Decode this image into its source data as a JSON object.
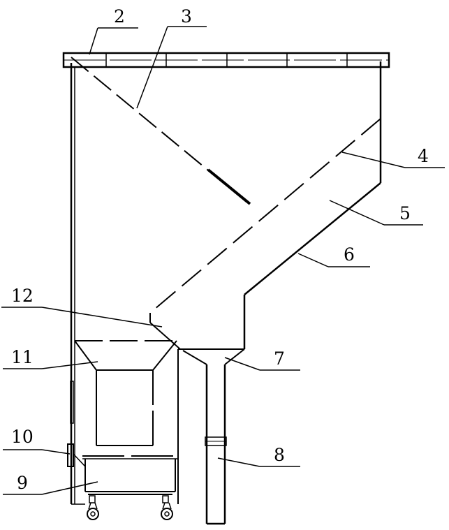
{
  "figure": {
    "labels": {
      "l2": "2",
      "l3": "3",
      "l4": "4",
      "l5": "5",
      "l6": "6",
      "l7": "7",
      "l8": "8",
      "l9": "9",
      "l10": "10",
      "l11": "11",
      "l12": "12"
    },
    "line_color": "#000000",
    "background": "#ffffff"
  }
}
